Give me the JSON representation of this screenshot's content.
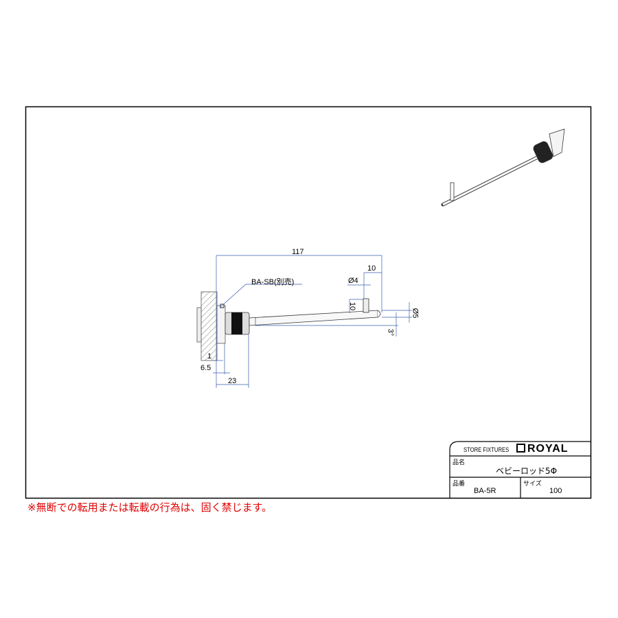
{
  "dimensions": {
    "overall_length": "117",
    "pin_offset": "10",
    "pin_diameter": "Ø4",
    "pin_height": "10",
    "rod_diameter": "Ø5",
    "angle": "3°",
    "offset_1": "1",
    "offset_6_5": "6.5",
    "base_length": "23",
    "part_callout": "BA-SB(別売)"
  },
  "title_block": {
    "company_label": "STORE FIXTURES",
    "brand": "ROYAL",
    "name_label": "品名",
    "name_value": "ベビーロッド5Φ",
    "number_label": "品番",
    "number_value": "BA-5R",
    "size_label": "サイズ",
    "size_value": "100"
  },
  "notice": "※無断での転用または転載の行為は、固く禁じます。",
  "colors": {
    "dimension": "#3a5bb0",
    "notice": "#e00000"
  }
}
